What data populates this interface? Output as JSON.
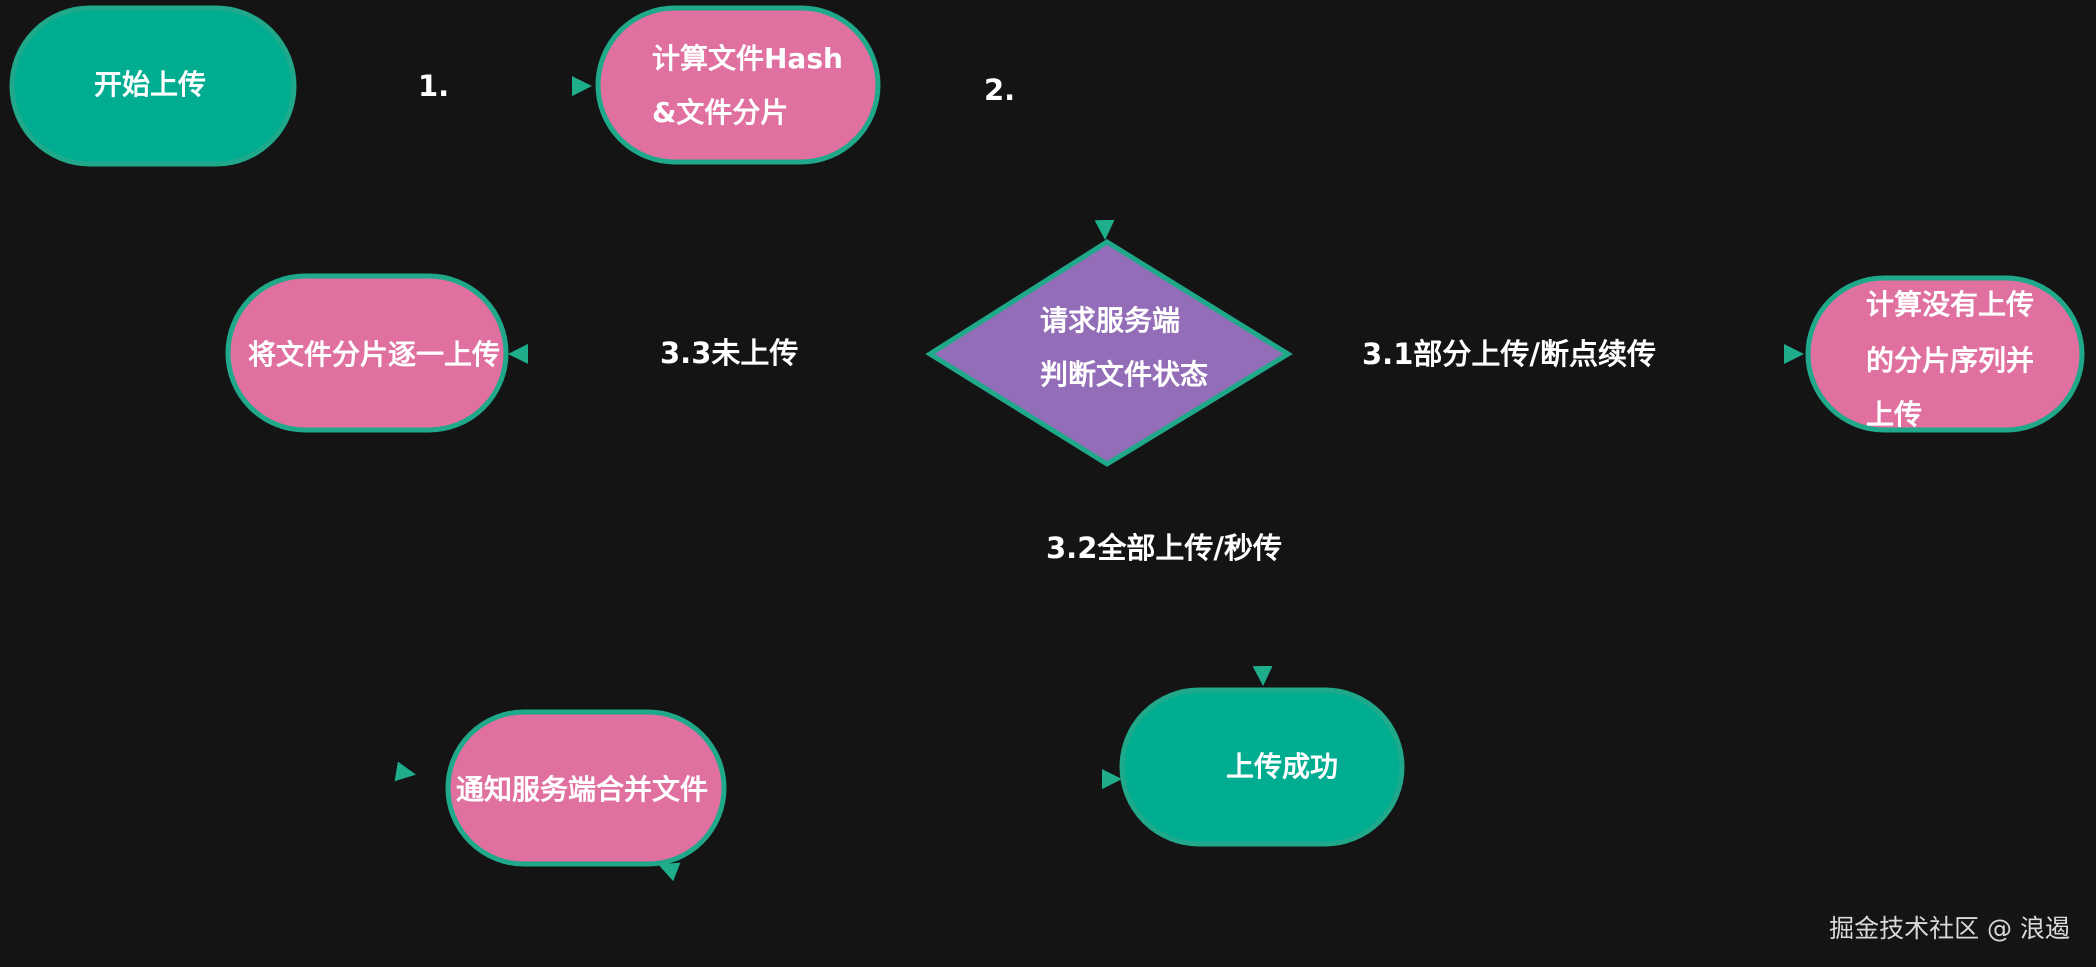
{
  "colors": {
    "background": "#141414",
    "terminal": "#00ad90",
    "process": "#e0709f",
    "decision": "#936db7",
    "border": "#1fa98a",
    "edge": "#1fae8c",
    "text": "#ffffff"
  },
  "nodes": {
    "start": {
      "label": "开始上传"
    },
    "hash": {
      "lines": [
        "计算文件Hash",
        "&文件分片"
      ]
    },
    "decide": {
      "lines": [
        "请求服务端",
        "判断文件状态"
      ]
    },
    "upload_each": {
      "label": "将文件分片逐一上传"
    },
    "calc_missing": {
      "lines": [
        "计算没有上传",
        "的分片序列并",
        "上传"
      ]
    },
    "merge": {
      "label": "通知服务端合并文件"
    },
    "success": {
      "label": "上传成功"
    }
  },
  "edges": {
    "e1": {
      "label": "1."
    },
    "e2": {
      "label": "2."
    },
    "e31": {
      "label": "3.1部分上传/断点续传"
    },
    "e32": {
      "label": "3.2全部上传/秒传"
    },
    "e33": {
      "label": "3.3未上传"
    }
  },
  "watermark": "掘金技术社区 @ 浪遏"
}
